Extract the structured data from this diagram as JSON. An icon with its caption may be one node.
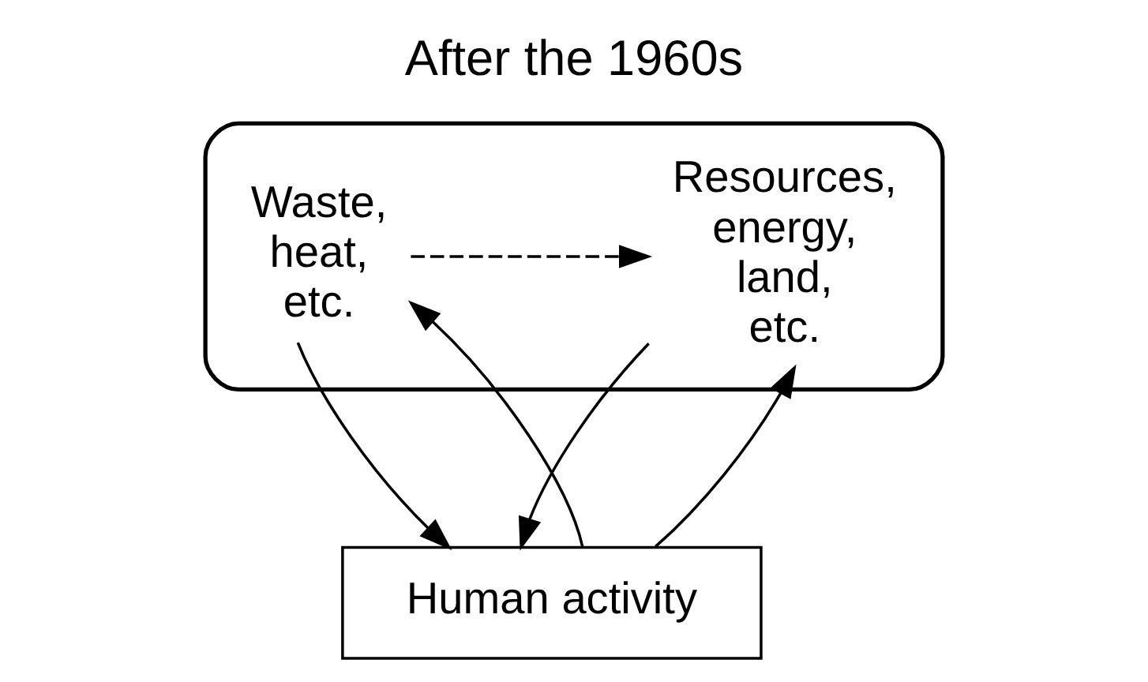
{
  "diagram": {
    "title": "After the 1960s",
    "nodes": [
      {
        "text": [],
        "shape": "dumbbell"
      },
      {
        "text": [
          "Resources, energy, land, etc."
        ],
        "in": 0
      },
      {
        "text": [
          "Waste, heat, etc."
        ],
        "in": 0
      },
      {
        "text": [
          "Human activity"
        ]
      }
    ],
    "edges": [
      {
        "from": 2,
        "to": 1,
        "arrow": "to",
        "style": "dashed"
      },
      {
        "from": 3,
        "to": 1,
        "arrow": "to"
      },
      {
        "from": 1,
        "to": 3,
        "arrow": "to"
      },
      {
        "from": 3,
        "to": 2,
        "arrow": "to"
      },
      {
        "from": 2,
        "to": 3,
        "arrow": "to"
      }
    ]
  }
}
